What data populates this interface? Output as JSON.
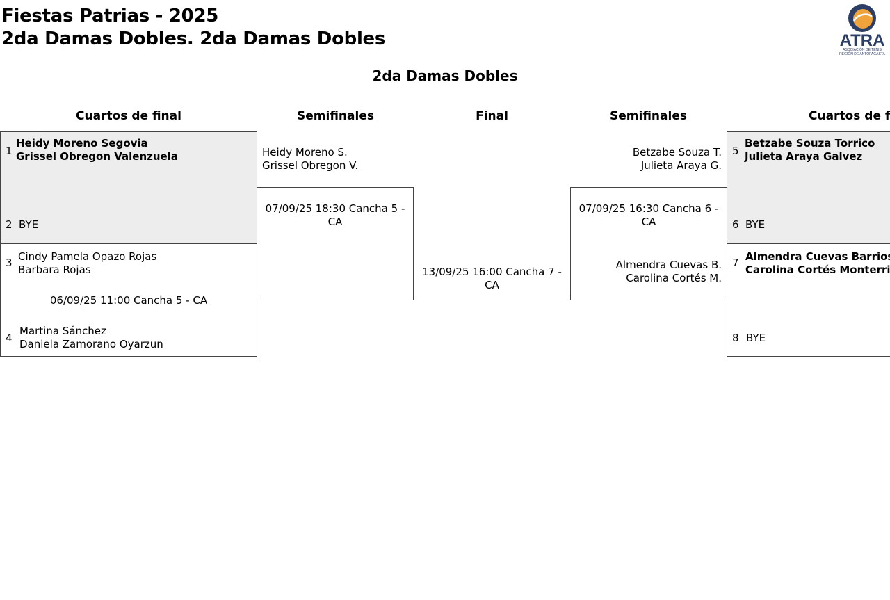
{
  "header": {
    "line1": "Fiestas Patrias - 2025",
    "line2": "2da Damas Dobles. 2da Damas Dobles",
    "logo": {
      "icon": "tennis-ball-icon",
      "name": "ATRA",
      "subtitle_line1": "ASOCIACIÓN DE TENIS",
      "subtitle_line2": "REGIÓN DE ANTOFAGASTA",
      "colors": {
        "navy": "#2c3e66",
        "orange": "#f0a23b"
      }
    }
  },
  "bracket": {
    "title": "2da Damas Dobles",
    "rounds": {
      "left_quarterfinals": "Cuartos de final",
      "left_semifinals": "Semifinales",
      "final": "Final",
      "right_semifinals": "Semifinales",
      "right_quarterfinals": "Cuartos de fin"
    },
    "left_quarterfinals": {
      "match1": {
        "top": {
          "seed": "1",
          "player1": "Heidy Moreno Segovia",
          "player2": "Grissel Obregon Valenzuela"
        },
        "bottom": {
          "seed": "2",
          "player1": "BYE"
        }
      },
      "match2": {
        "top": {
          "seed": "3",
          "player1": "Cindy Pamela Opazo Rojas",
          "player2": "Barbara Rojas"
        },
        "info": "06/09/25 11:00 Cancha 5 - CA",
        "bottom": {
          "seed": "4",
          "player1": "Martina Sánchez",
          "player2": "Daniela Zamorano Oyarzun"
        }
      }
    },
    "left_semifinal": {
      "top": {
        "player1": "Heidy Moreno S.",
        "player2": "Grissel Obregon V."
      },
      "info": "07/09/25 18:30 Cancha 5 - CA"
    },
    "final": {
      "info": "13/09/25 16:00 Cancha 7 - CA"
    },
    "right_semifinal": {
      "top": {
        "player1": "Betzabe Souza T.",
        "player2": "Julieta Araya G."
      },
      "info": "07/09/25 16:30 Cancha 6 - CA",
      "bottom": {
        "player1": "Almendra Cuevas B.",
        "player2": "Carolina Cortés M."
      }
    },
    "right_quarterfinals": {
      "match1": {
        "top": {
          "seed": "5",
          "player1": "Betzabe Souza Torrico",
          "player2": "Julieta Araya Galvez"
        },
        "bottom": {
          "seed": "6",
          "player1": "BYE"
        }
      },
      "match2": {
        "top": {
          "seed": "7",
          "player1": "Almendra Cuevas Barrios",
          "player2": "Carolina Cortés Monterricha"
        },
        "bottom": {
          "seed": "8",
          "player1": "BYE"
        }
      }
    }
  }
}
